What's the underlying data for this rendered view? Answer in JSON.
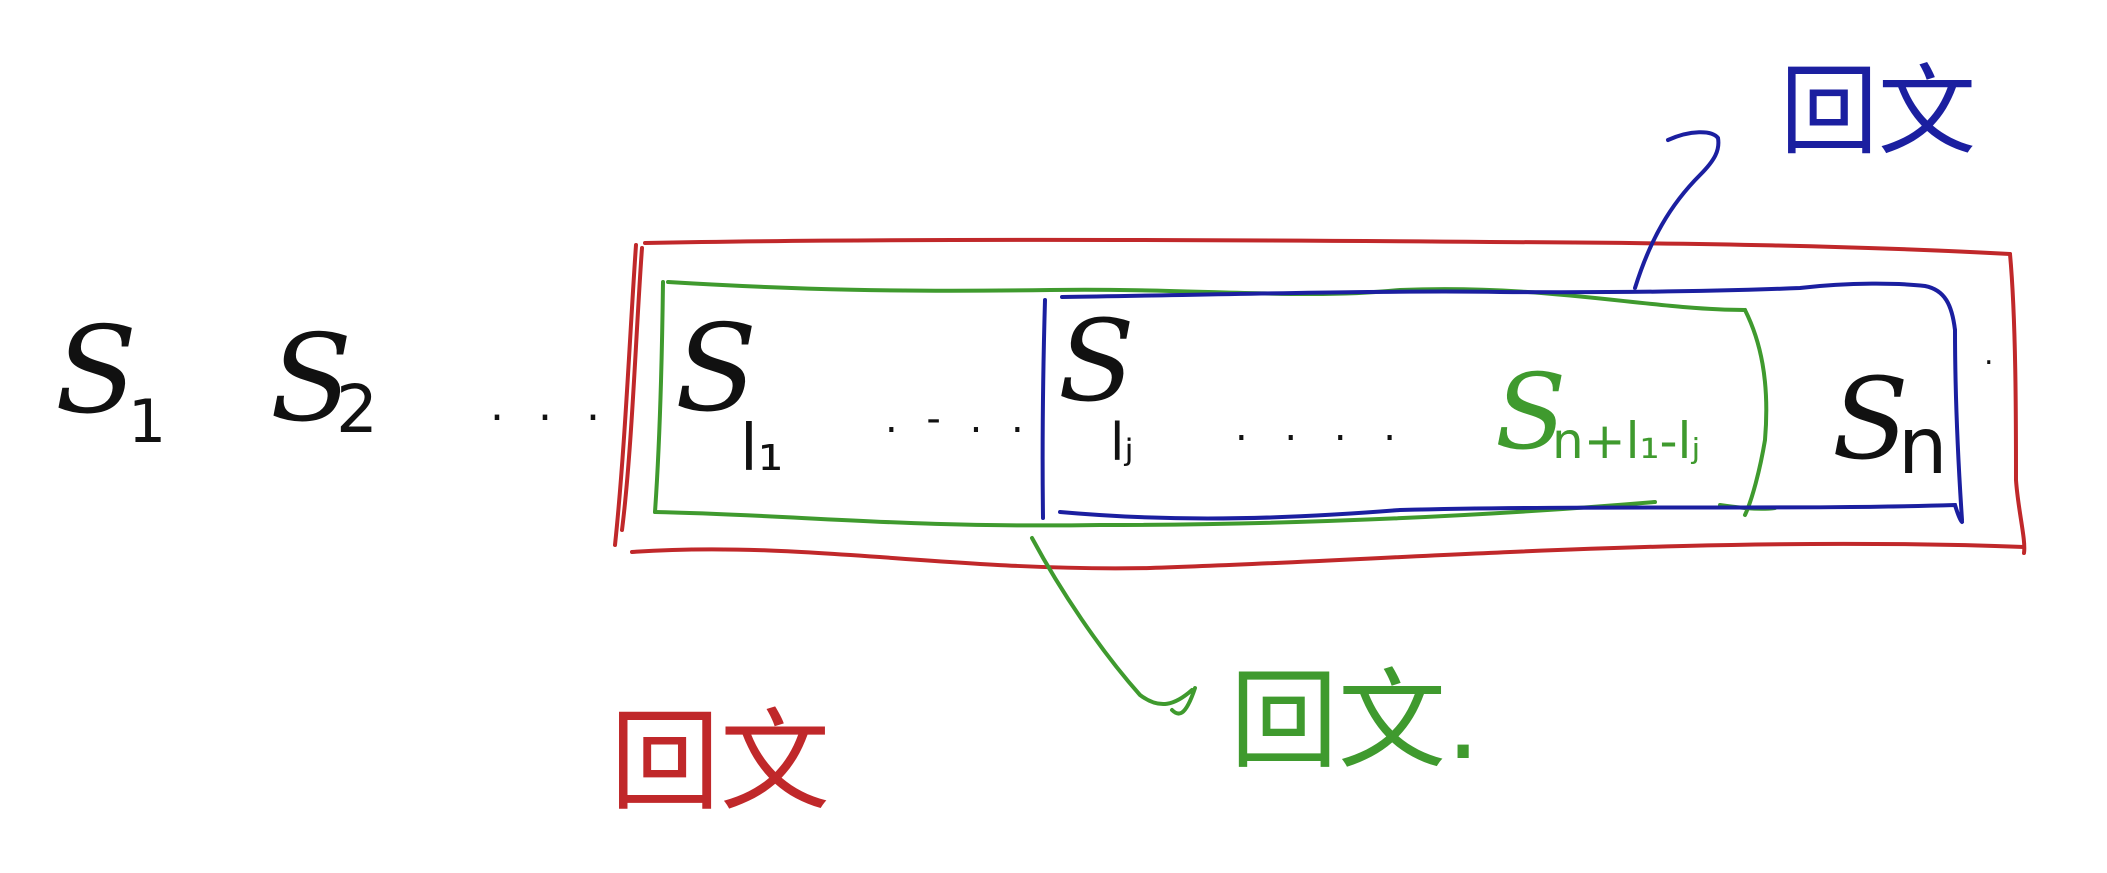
{
  "colors": {
    "ink": "#111111",
    "red": "#c0282a",
    "green": "#3f9a2e",
    "blue": "#1b1fa0"
  },
  "sequence": {
    "s1": {
      "base": "S",
      "sub": "1"
    },
    "s2": {
      "base": "S",
      "sub": "2"
    },
    "dots_left": ". . .",
    "sl1": {
      "base": "S",
      "sub": "l₁"
    },
    "dots_mid1": ". - . .",
    "slj": {
      "base": "S",
      "sub": "lⱼ"
    },
    "dots_mid2": ". . . .",
    "s_green": {
      "base": "S",
      "sub": "n+l₁-lⱼ"
    },
    "sn": {
      "base": "S",
      "sub": "n"
    },
    "trailing_dot": "."
  },
  "labels": {
    "red_label": "回文",
    "green_label": "回文.",
    "blue_label": "回文"
  }
}
